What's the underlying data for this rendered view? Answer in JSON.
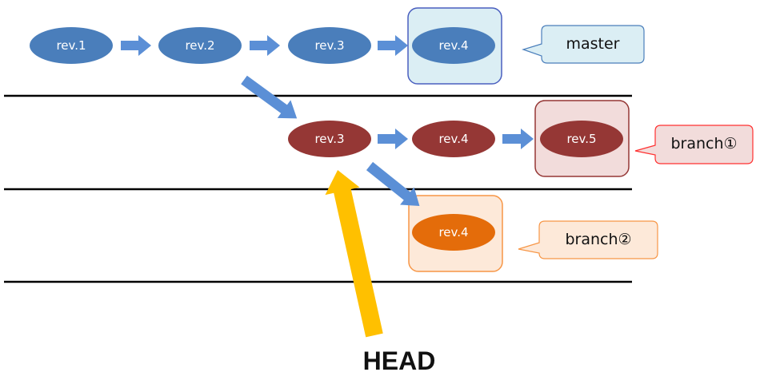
{
  "nodes": {
    "master_rev1": "rev.1",
    "master_rev2": "rev.2",
    "master_rev3": "rev.3",
    "master_rev4": "rev.4",
    "branch1_rev3": "rev.3",
    "branch1_rev4": "rev.4",
    "branch1_rev5": "rev.5",
    "branch2_rev4": "rev.4"
  },
  "labels": {
    "master": "master",
    "branch1": "branch①",
    "branch2": "branch②",
    "head": "HEAD"
  },
  "colors": {
    "master_node": "#4a7ebb",
    "branch1_node": "#953735",
    "branch2_node": "#e46c0a",
    "arrow": "#5b8fd6",
    "head_arrow": "#ffc000"
  }
}
